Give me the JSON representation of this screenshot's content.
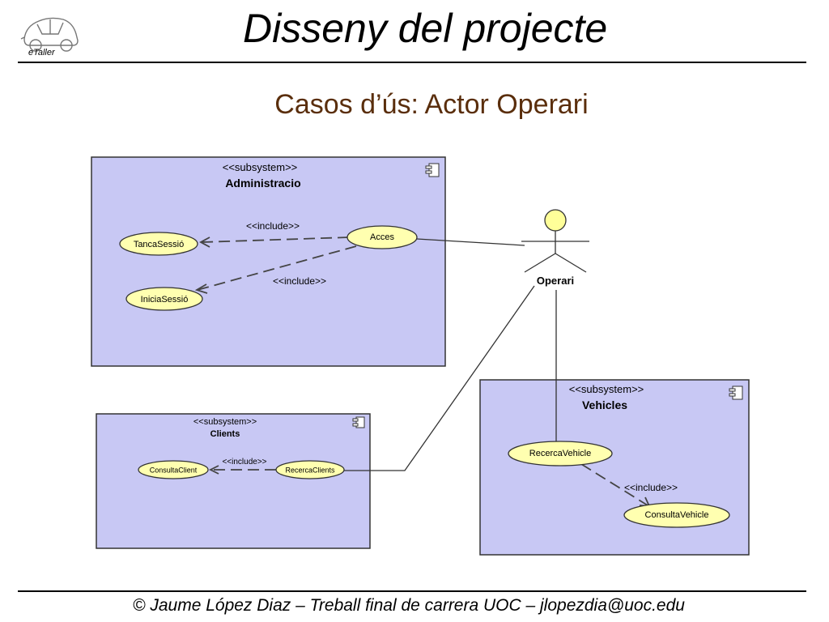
{
  "header": {
    "logo_label": "eTaller",
    "title": "Disseny del projecte"
  },
  "subtitle": "Casos d’ús: Actor Operari",
  "diagram": {
    "stereotype": "<<subsystem>>",
    "include_label": "<<include>>",
    "subsystems": {
      "administracio": {
        "name": "Administracio",
        "use_cases": {
          "acces": "Acces",
          "tanca_sessio": "TancaSessió",
          "inicia_sessio": "IniciaSessió"
        }
      },
      "clients": {
        "name": "Clients",
        "use_cases": {
          "consulta_client": "ConsultaClient",
          "recerca_clients": "RecercaClients"
        }
      },
      "vehicles": {
        "name": "Vehicles",
        "use_cases": {
          "recerca_vehicle": "RecercaVehicle",
          "consulta_vehicle": "ConsultaVehicle"
        }
      }
    },
    "actor": {
      "name": "Operari"
    }
  },
  "footer": "© Jaume López Diaz – Treball final de carrera UOC – jlopezdia@uoc.edu",
  "colors": {
    "subsystem_fill": "#c8c8f4",
    "use_case_fill": "#ffffb0",
    "actor_head": "#ffff99",
    "subtitle": "#5a2e0c"
  }
}
